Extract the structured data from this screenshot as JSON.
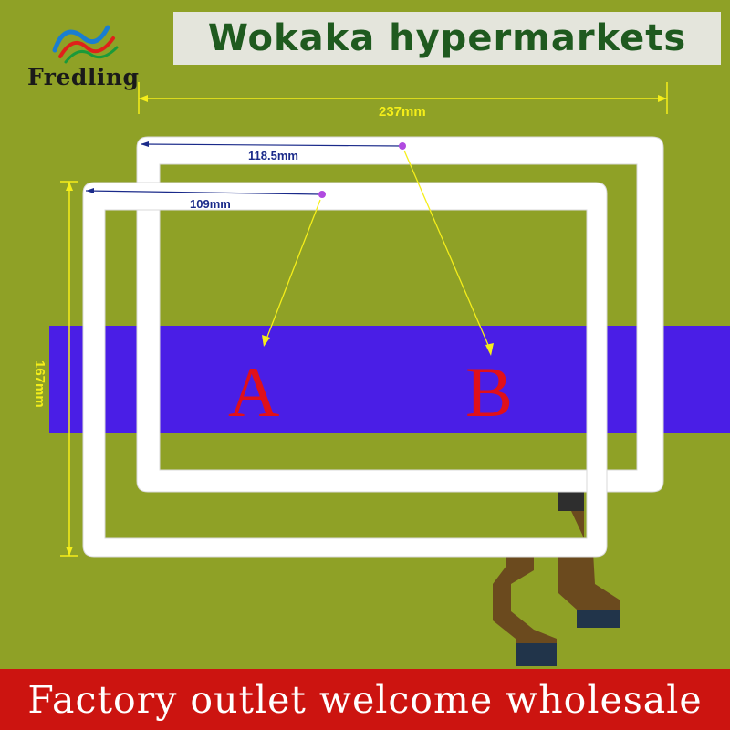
{
  "header": {
    "title": "Wokaka hypermarkets"
  },
  "logo": {
    "brand": "Fredling",
    "icon": "fredling-wave-logo-icon"
  },
  "dimensions": {
    "width_total": "237mm",
    "height_total": "167mm",
    "panel_b_half_width": "118.5mm",
    "panel_a_half_width": "109mm"
  },
  "panels": {
    "label_a": "A",
    "label_b": "B"
  },
  "footer": {
    "text": "Factory outlet welcome wholesale"
  },
  "colors": {
    "background": "#8fa126",
    "band": "#4a1ee6",
    "footer": "#cc1410",
    "frame": "#ffffff",
    "arrows": "#f5ee1a",
    "letters": "#e0101a"
  }
}
